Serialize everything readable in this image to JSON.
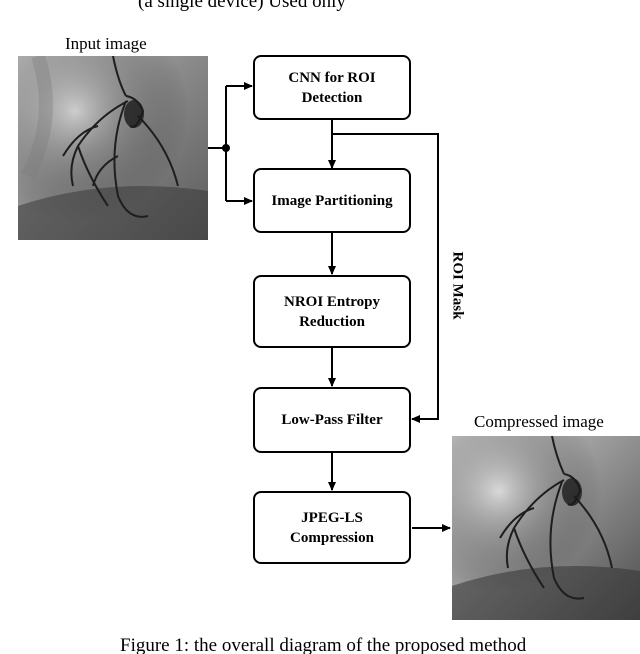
{
  "top_text_fragment": "(a single device) Used only",
  "input_label": "Input image",
  "output_label": "Compressed image",
  "roi_mask_label": "ROI Mask",
  "caption": "Figure 1: the overall diagram of the proposed method",
  "nodes": [
    {
      "id": "cnn",
      "label": "CNN for ROI\nDetection"
    },
    {
      "id": "partition",
      "label": "Image Partitioning"
    },
    {
      "id": "nroi",
      "label": "NROI Entropy\nReduction"
    },
    {
      "id": "lowpass",
      "label": "Low-Pass Filter"
    },
    {
      "id": "jpegls",
      "label": "JPEG-LS\nCompression"
    }
  ],
  "edges": [
    {
      "from": "input",
      "to": "cnn"
    },
    {
      "from": "input",
      "to": "partition"
    },
    {
      "from": "cnn",
      "to": "partition"
    },
    {
      "from": "cnn",
      "to": "lowpass",
      "label": "ROI Mask"
    },
    {
      "from": "partition",
      "to": "nroi"
    },
    {
      "from": "nroi",
      "to": "lowpass"
    },
    {
      "from": "lowpass",
      "to": "jpegls"
    },
    {
      "from": "jpegls",
      "to": "output"
    }
  ]
}
